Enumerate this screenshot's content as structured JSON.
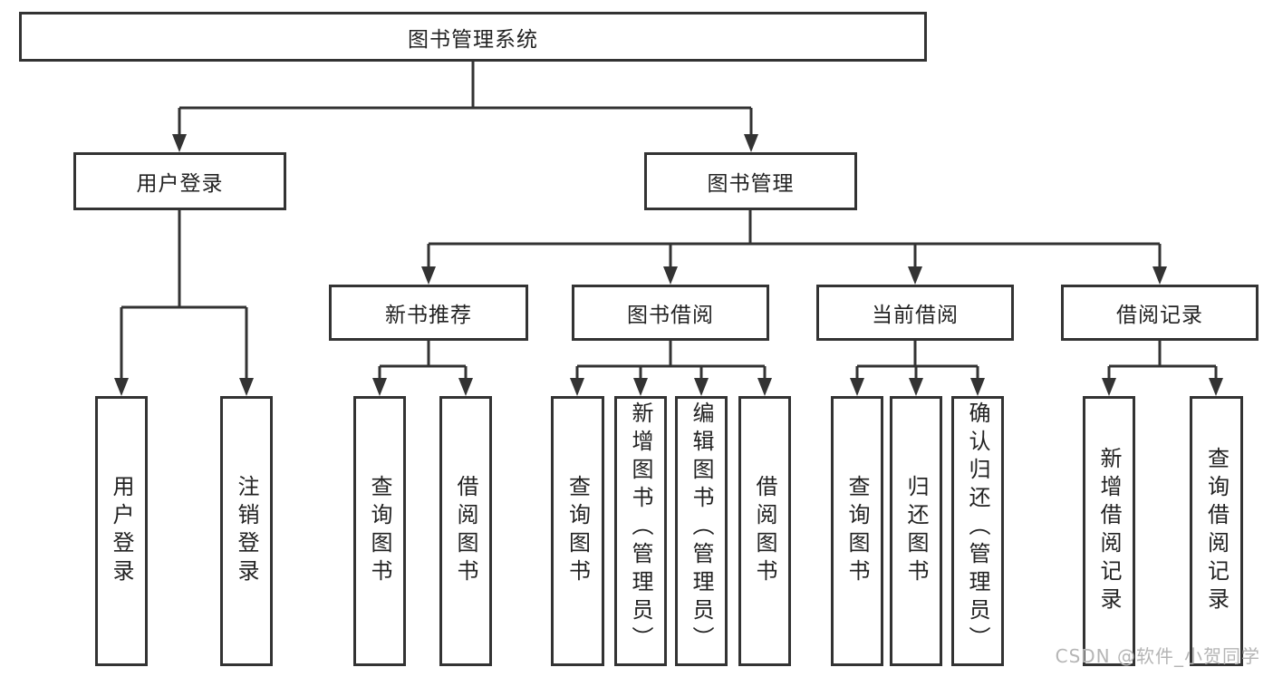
{
  "diagram_title": "图书管理系统",
  "colors": {
    "line": "#333333",
    "box_border": "#333333",
    "text": "#222222",
    "background": "#ffffff",
    "watermark": "#b5b5b5"
  },
  "hierarchy": {
    "label": "图书管理系统",
    "children": [
      {
        "label": "用户登录",
        "children": [
          {
            "label": "用户登录"
          },
          {
            "label": "注销登录"
          }
        ]
      },
      {
        "label": "图书管理",
        "children": [
          {
            "label": "新书推荐",
            "children": [
              {
                "label": "查询图书"
              },
              {
                "label": "借阅图书"
              }
            ]
          },
          {
            "label": "图书借阅",
            "children": [
              {
                "label": "查询图书"
              },
              {
                "label": "新增图书（管理员）"
              },
              {
                "label": "编辑图书（管理员）"
              },
              {
                "label": "借阅图书"
              }
            ]
          },
          {
            "label": "当前借阅",
            "children": [
              {
                "label": "查询图书"
              },
              {
                "label": "归还图书"
              },
              {
                "label": "确认归还（管理员）"
              }
            ]
          },
          {
            "label": "借阅记录",
            "children": [
              {
                "label": "新增借阅记录"
              },
              {
                "label": "查询借阅记录"
              }
            ]
          }
        ]
      }
    ]
  },
  "watermark": {
    "text": "CSDN @软件_小贺同学"
  }
}
